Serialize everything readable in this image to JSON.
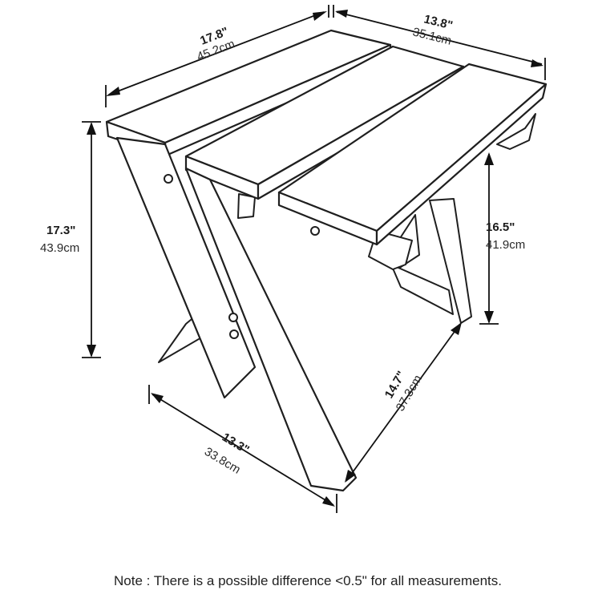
{
  "dimensions": {
    "top_length": {
      "inches": "17.8\"",
      "cm": "45.2cm"
    },
    "top_width": {
      "inches": "13.8\"",
      "cm": "35.1cm"
    },
    "overall_height": {
      "inches": "17.3\"",
      "cm": "43.9cm"
    },
    "inner_height": {
      "inches": "16.5\"",
      "cm": "41.9cm"
    },
    "leg_span": {
      "inches": "14.7\"",
      "cm": "37.3cm"
    },
    "base_width": {
      "inches": "13.3\"",
      "cm": "33.8cm"
    }
  },
  "note": "Note : There is a possible difference <0.5\" for all measurements."
}
